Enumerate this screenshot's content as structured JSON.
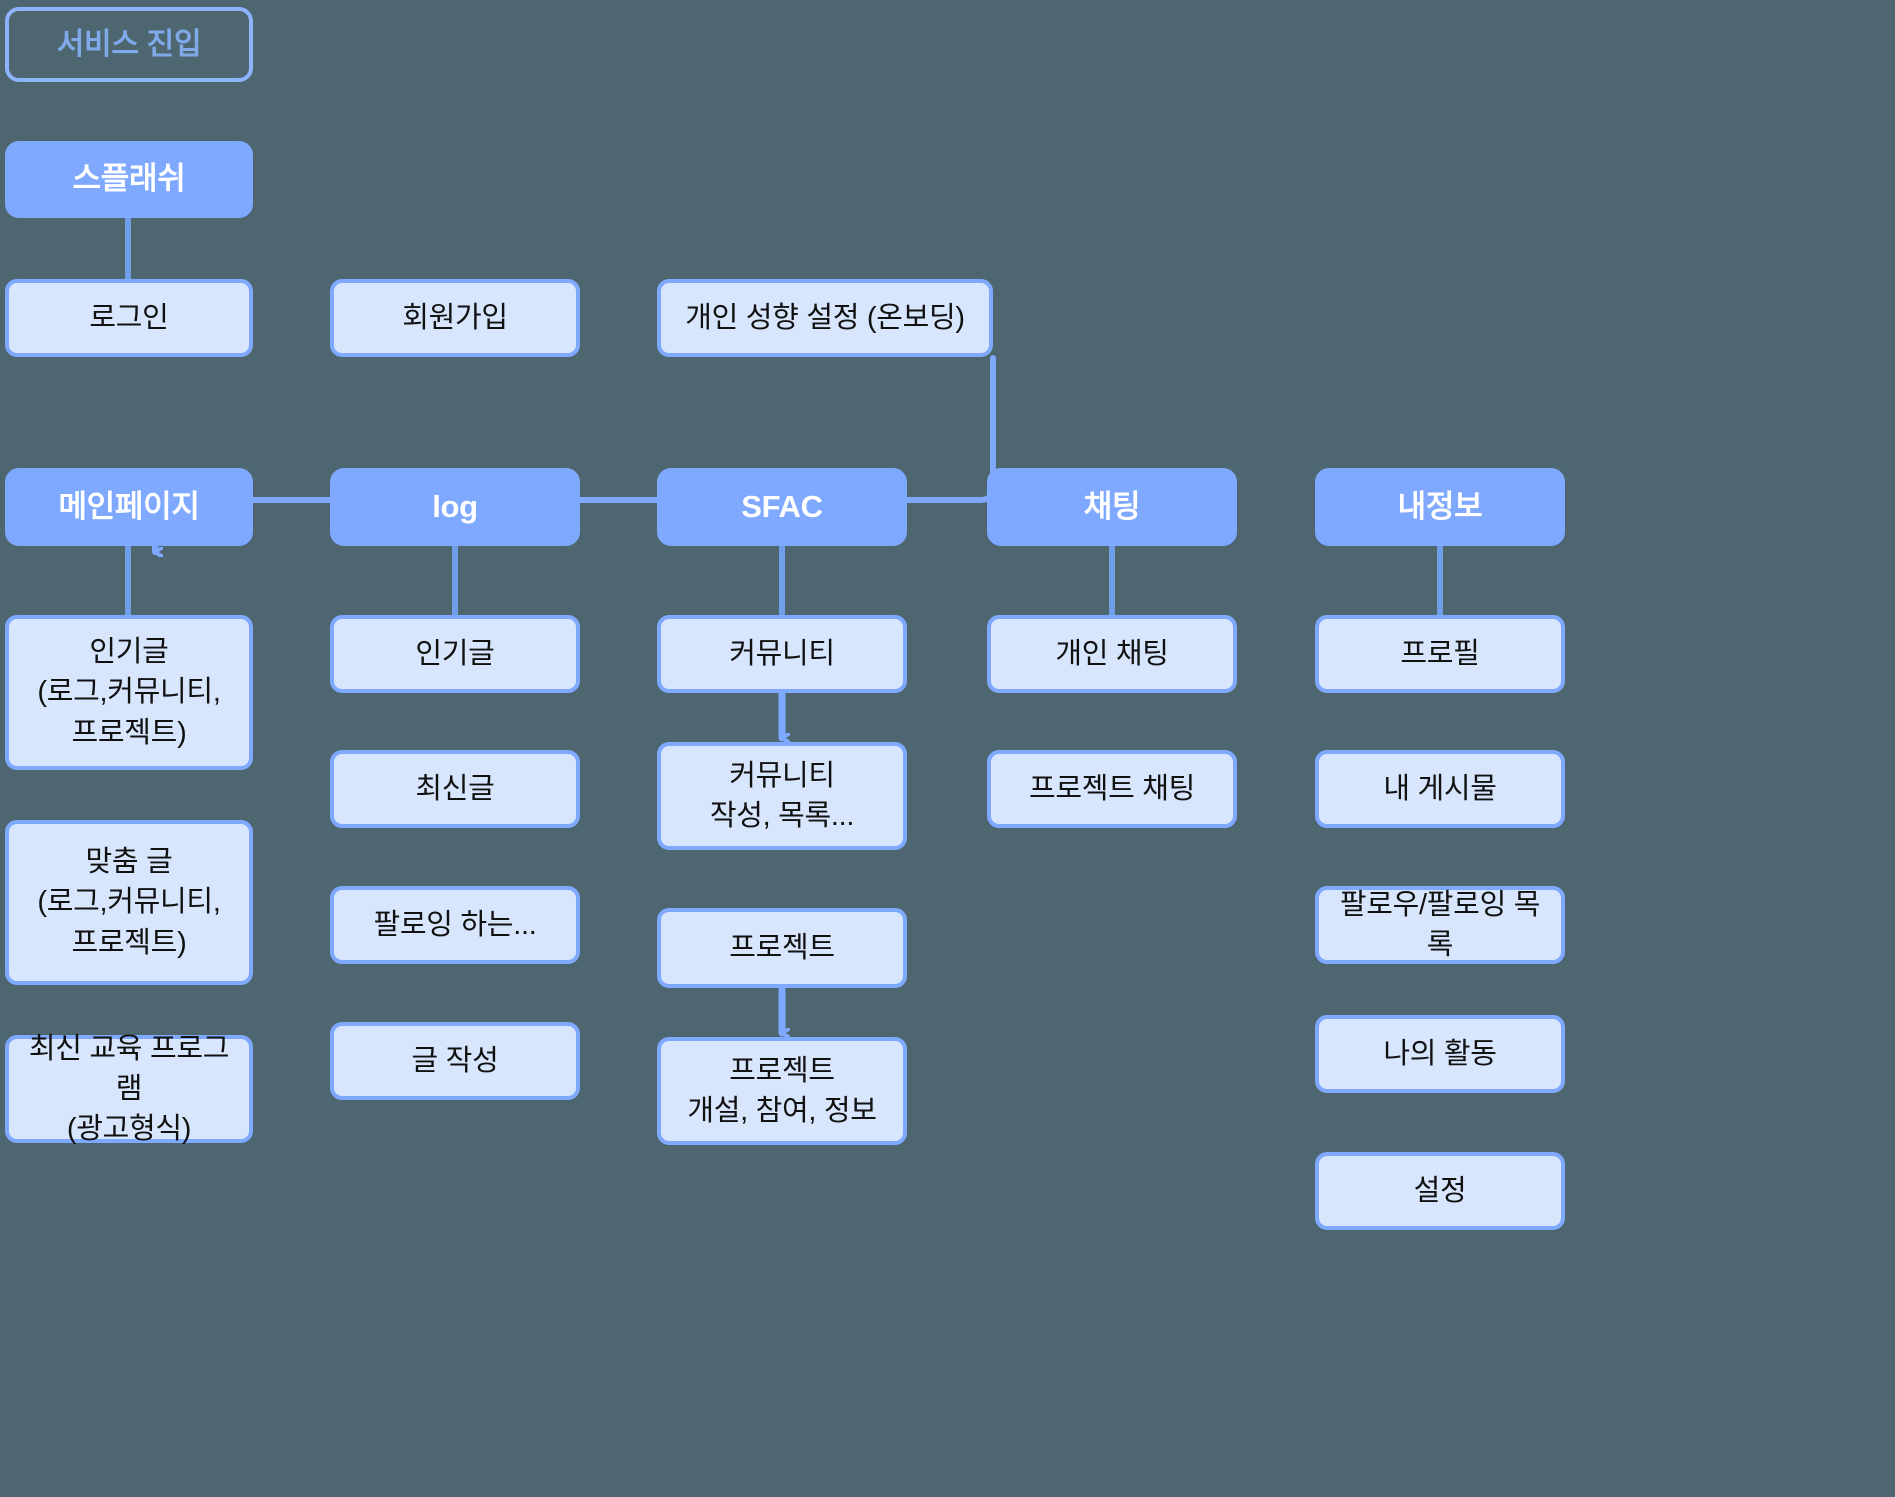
{
  "diagram": {
    "title": "서비스 진입",
    "background_color": "#4d6670",
    "accent_color": "#7fa9ff",
    "node_fill_color": "#d7e5fd",
    "entry": {
      "label": "서비스 진입"
    },
    "flow_top": [
      {
        "label": "스플래쉬",
        "style": "header"
      },
      {
        "label": "로그인",
        "style": "leaf"
      },
      {
        "label": "회원가입",
        "style": "leaf"
      },
      {
        "label": "개인 성향 설정 (온보딩)",
        "style": "leaf"
      }
    ],
    "columns": [
      {
        "header": "메인페이지",
        "items": [
          {
            "label": "인기글\n(로그,커뮤니티,\n프로젝트)"
          },
          {
            "label": "맞춤 글\n(로그,커뮤니티,\n프로젝트)"
          },
          {
            "label": "최신 교육 프로그램\n(광고형식)"
          }
        ]
      },
      {
        "header": "log",
        "items": [
          {
            "label": "인기글"
          },
          {
            "label": "최신글"
          },
          {
            "label": "팔로잉 하는..."
          },
          {
            "label": "글 작성"
          }
        ]
      },
      {
        "header": "SFAC",
        "items": [
          {
            "label": "커뮤니티"
          },
          {
            "label": "커뮤니티\n작성, 목록..."
          },
          {
            "label": "프로젝트"
          },
          {
            "label": "프로젝트\n개설, 참여, 정보"
          }
        ]
      },
      {
        "header": "채팅",
        "items": [
          {
            "label": "개인 채팅"
          },
          {
            "label": "프로젝트 채팅"
          }
        ]
      },
      {
        "header": "내정보",
        "items": [
          {
            "label": "프로필"
          },
          {
            "label": "내 게시물"
          },
          {
            "label": "팔로우/팔로잉 목록"
          },
          {
            "label": "나의 활동"
          },
          {
            "label": "설정"
          }
        ]
      }
    ]
  }
}
